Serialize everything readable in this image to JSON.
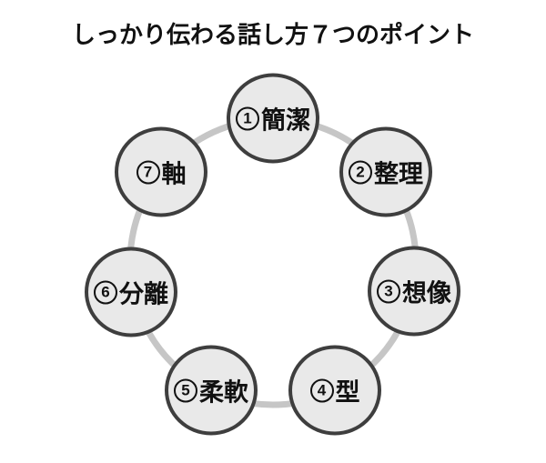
{
  "title": "しっかり伝わる話し方７つのポイント",
  "diagram": {
    "type": "cycle-of-nodes",
    "nodes": [
      {
        "number": "1",
        "label": "簡潔"
      },
      {
        "number": "2",
        "label": "整理"
      },
      {
        "number": "3",
        "label": "想像"
      },
      {
        "number": "4",
        "label": "型"
      },
      {
        "number": "5",
        "label": "柔軟"
      },
      {
        "number": "6",
        "label": "分離"
      },
      {
        "number": "7",
        "label": "軸"
      }
    ],
    "colors": {
      "background": "#ffffff",
      "node_fill": "#e9e9e9",
      "node_border": "#3e3e3e",
      "ring": "#c6c6c6",
      "text": "#111111"
    }
  }
}
